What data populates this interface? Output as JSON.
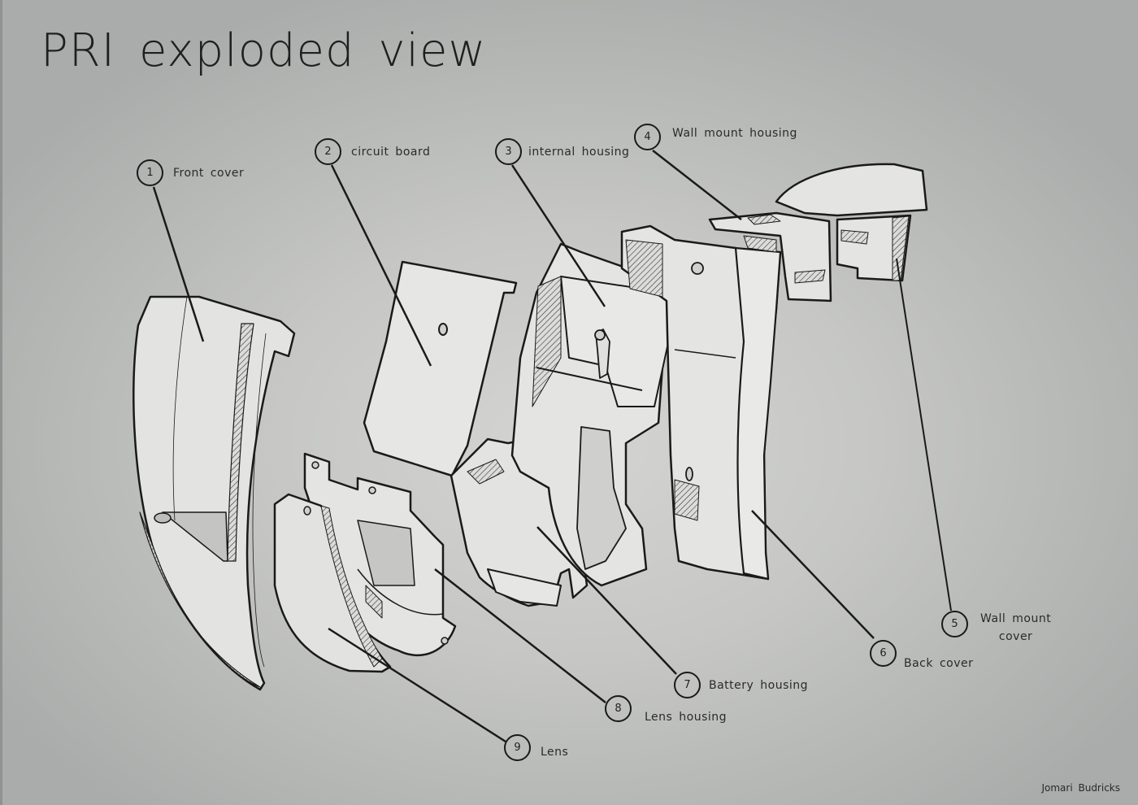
{
  "title": "PRI exploded view",
  "credit": "Jomari Budricks",
  "colors": {
    "background": "#c6c7c5",
    "part_fill": "#e4e5e3",
    "part_shadow": "#c9cac8",
    "line": "#1a1a1a"
  },
  "callouts": [
    {
      "number": "1",
      "label": "Front cover"
    },
    {
      "number": "2",
      "label": "circuit board"
    },
    {
      "number": "3",
      "label": "internal housing"
    },
    {
      "number": "4",
      "label": "Wall mount housing"
    },
    {
      "number": "5",
      "label": "Wall mount",
      "label2": "cover"
    },
    {
      "number": "6",
      "label": "Back cover"
    },
    {
      "number": "7",
      "label": "Battery housing"
    },
    {
      "number": "8",
      "label": "Lens housing"
    },
    {
      "number": "9",
      "label": "Lens"
    }
  ]
}
